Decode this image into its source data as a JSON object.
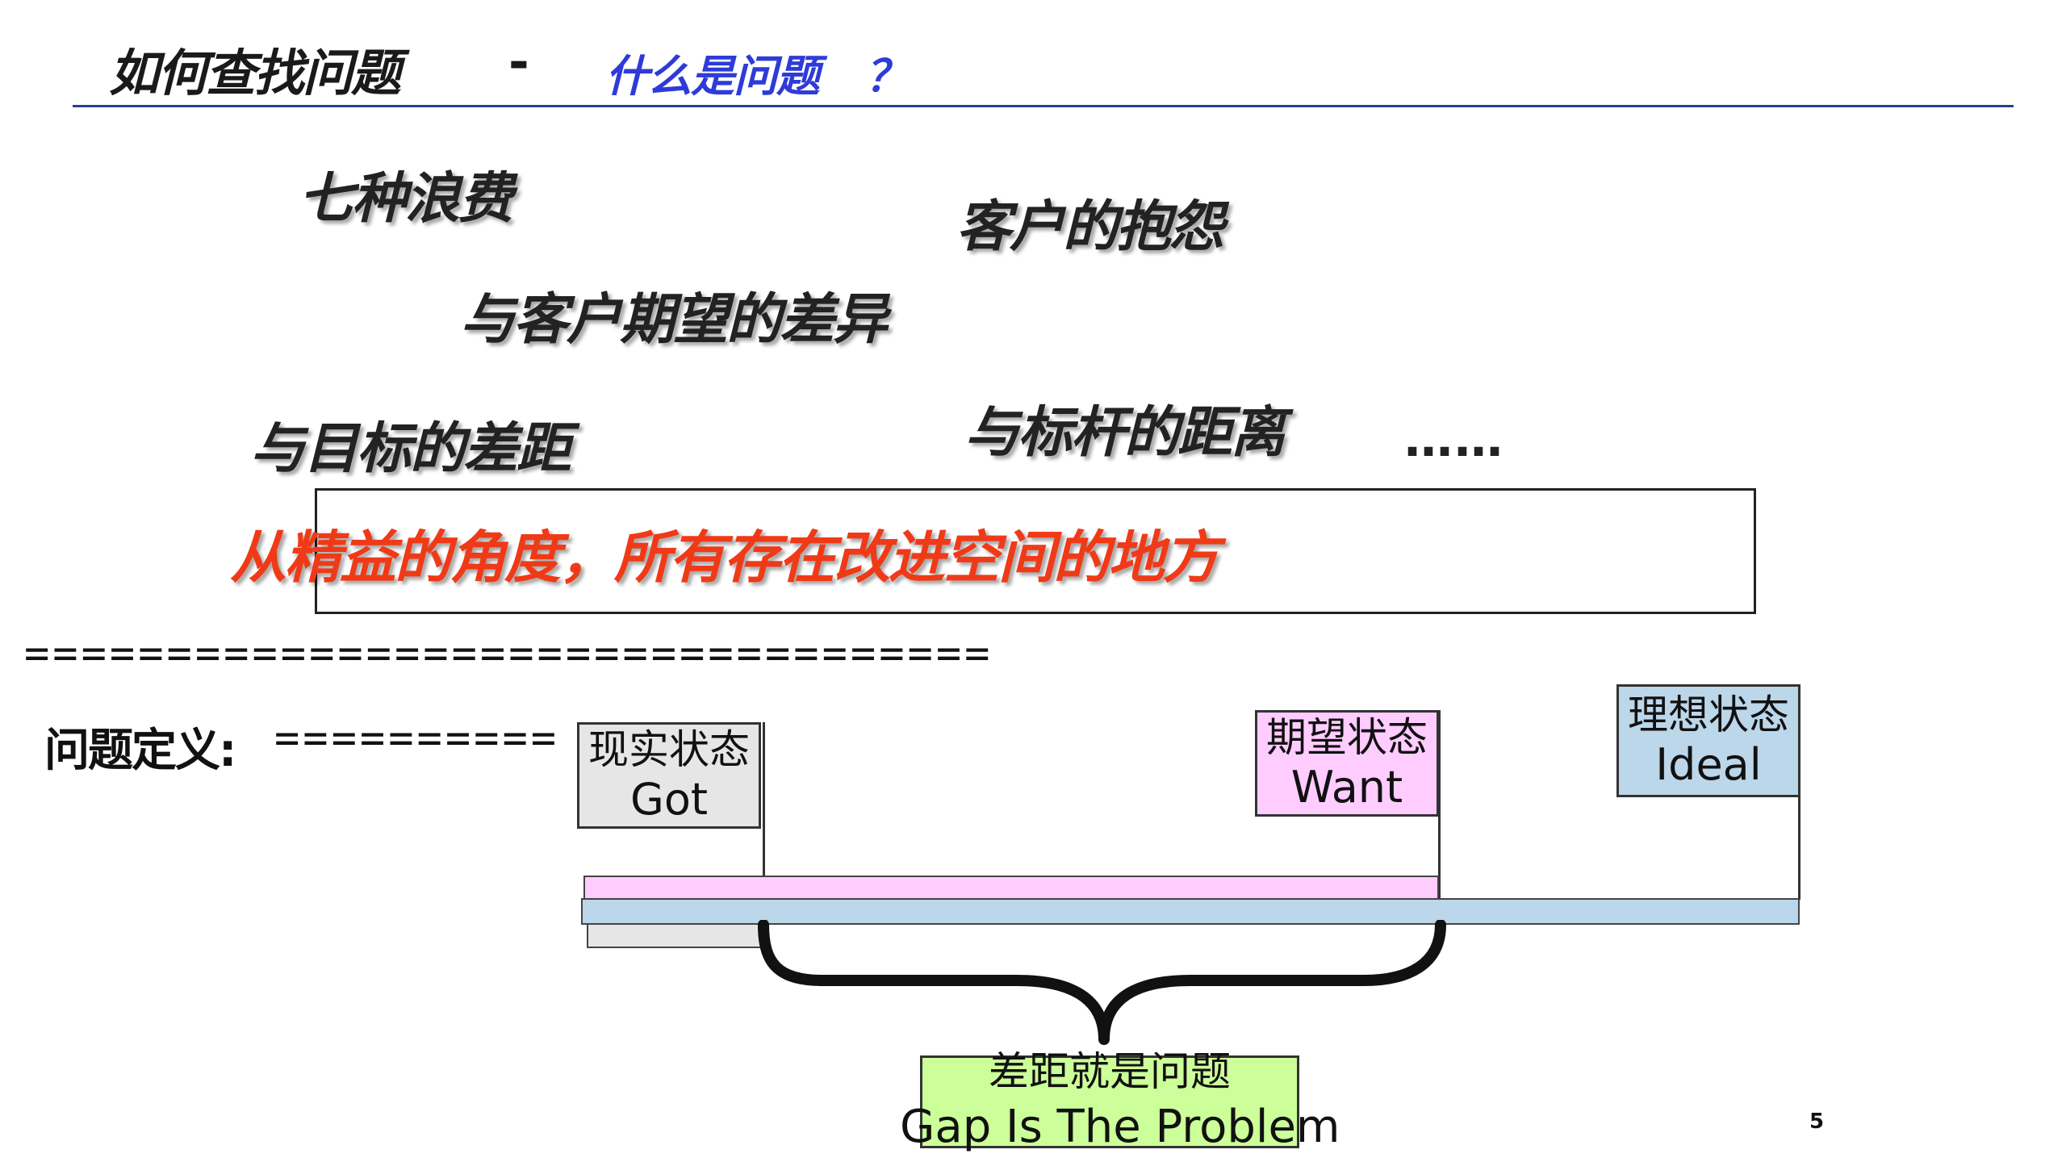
{
  "header": {
    "title_main": "如何查找问题",
    "title_dash": "-",
    "title_sub": "什么是问题",
    "title_q": "？"
  },
  "phrases": {
    "seven_wastes": "七种浪费",
    "customer_complaints": "客户的抱怨",
    "customer_expectation_gap": "与客户期望的差异",
    "target_gap": "与目标的差距",
    "benchmark_gap": "与标杆的距离",
    "ellipsis": "……"
  },
  "lean_statement": "从精益的角度，所有存在改进空间的地方",
  "separator_line": "==================================",
  "definition": {
    "label": "问题定义:",
    "trail_equals": "=========="
  },
  "states": {
    "got": {
      "zh": "现实状态",
      "en": "Got"
    },
    "want": {
      "zh": "期望状态",
      "en": "Want"
    },
    "ideal": {
      "zh": "理想状态",
      "en": "Ideal"
    }
  },
  "gap": {
    "zh": "差距就是问题",
    "en": "Gap Is The Problem"
  },
  "page_number": "5",
  "colors": {
    "title_blue": "#2e3bd8",
    "lean_red": "#f03a17",
    "got_fill": "#e6e6e6",
    "want_fill": "#ffccff",
    "ideal_fill": "#bcd6ea",
    "gap_fill": "#ccff99"
  }
}
